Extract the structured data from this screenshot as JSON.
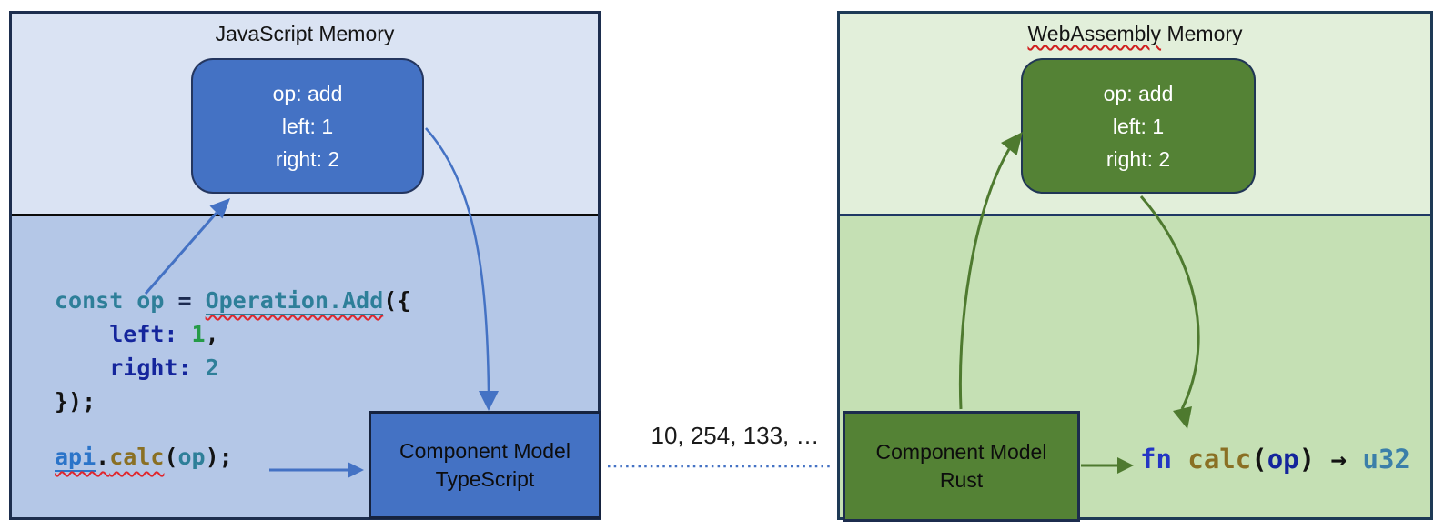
{
  "diagram": {
    "left_panel": {
      "title": "JavaScript Memory",
      "memory_box": [
        "op: add",
        "left: 1",
        "right: 2"
      ],
      "code": {
        "l1_decl": "const op",
        "l1_eq": " = ",
        "l1_call": "Operation.Add",
        "l1_open": "({",
        "l2_indent": "    ",
        "l2_key": "left: ",
        "l2_num": "1",
        "l2_comma": ",",
        "l3_indent": "    ",
        "l3_key": "right: ",
        "l3_num": "2",
        "l4_close": "});",
        "l5_api": "api",
        "l5_dot": ".",
        "l5_fn": "calc",
        "l5_open": "(",
        "l5_arg": "op",
        "l5_close": ");"
      },
      "component_box": {
        "line1": "Component Model",
        "line2": "TypeScript"
      }
    },
    "bridge": {
      "bytes": "10, 254, 133, …"
    },
    "right_panel": {
      "title_flagged": "WebAssembly",
      "title_rest": " Memory",
      "memory_box": [
        "op: add",
        "left: 1",
        "right: 2"
      ],
      "code": {
        "kw": "fn ",
        "fn": "calc",
        "open": "(",
        "arg": "op",
        "close": ")",
        "arrow": " → ",
        "ret": "u32"
      },
      "component_box": {
        "line1": "Component Model",
        "line2": "Rust"
      }
    },
    "colors": {
      "js_light": "#dae3f3",
      "js_medium": "#b4c7e7",
      "js_accent": "#4472c4",
      "wasm_light": "#e2efda",
      "wasm_medium": "#c5e0b4",
      "wasm_accent": "#548235",
      "border_dark": "#1f3864",
      "squiggle_red": "#e0262d"
    }
  }
}
